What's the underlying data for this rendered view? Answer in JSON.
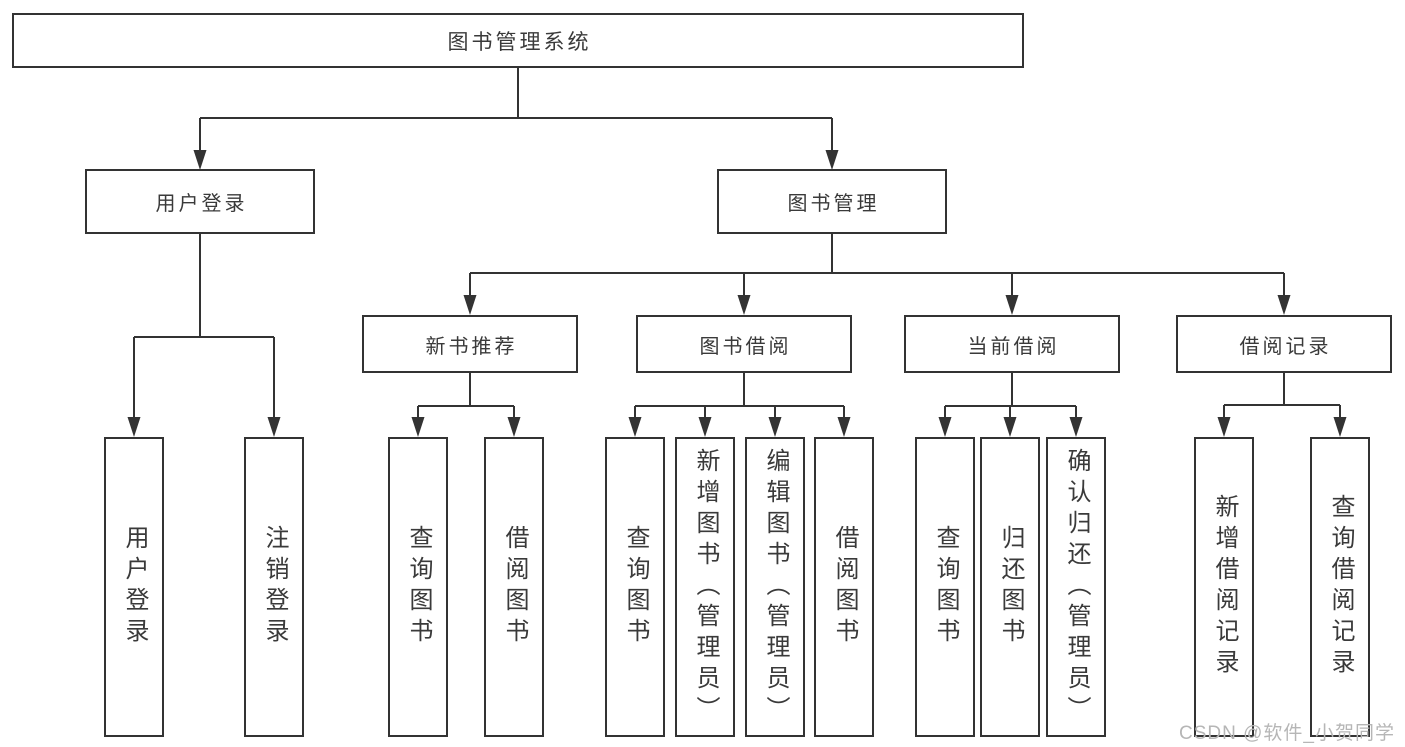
{
  "colors": {
    "line": "#333333",
    "text": "#3a3a3a",
    "background": "#ffffff",
    "watermark": "#b6b6b6"
  },
  "watermark": {
    "text": "CSDN @软件_小贺同学"
  },
  "tree": {
    "root": "图书管理系统",
    "level1": [
      {
        "label": "用户登录",
        "children": [
          "用户登录",
          "注销登录"
        ]
      },
      {
        "label": "图书管理",
        "children": [
          {
            "label": "新书推荐",
            "children": [
              "查询图书",
              "借阅图书"
            ]
          },
          {
            "label": "图书借阅",
            "children": [
              "查询图书",
              "新增图书（管理员）",
              "编辑图书（管理员）",
              "借阅图书"
            ]
          },
          {
            "label": "当前借阅",
            "children": [
              "查询图书",
              "归还图书",
              "确认归还（管理员）"
            ]
          },
          {
            "label": "借阅记录",
            "children": [
              "新增借阅记录",
              "查询借阅记录"
            ]
          }
        ]
      }
    ]
  }
}
